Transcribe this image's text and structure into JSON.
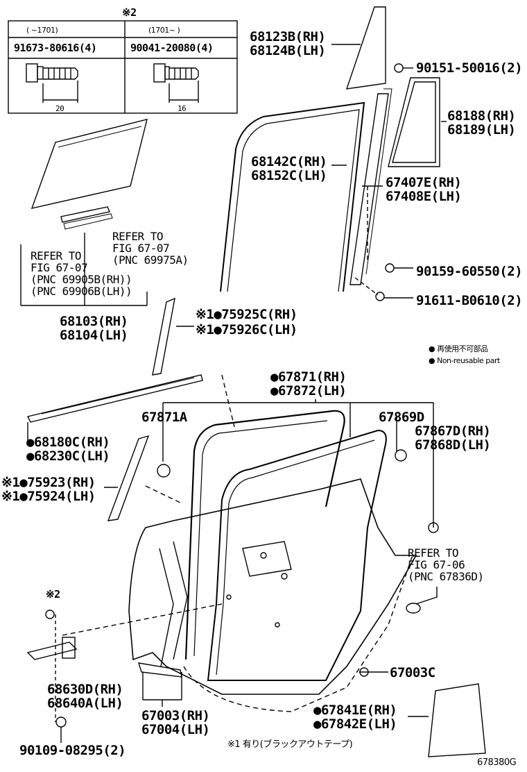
{
  "inset_box": {
    "marker": "※2",
    "col1_range": "(  ~1701)",
    "col2_range": "(1701~   )",
    "col1_part": "91673-80616(4)",
    "col2_part": "90041-20080(4)",
    "col1_dim": "20",
    "col2_dim": "16"
  },
  "labels": {
    "p68123": [
      "68123B(RH)",
      "68124B(LH)"
    ],
    "p90151": "90151-50016(2)",
    "p68188": [
      "68188(RH)",
      "68189(LH)"
    ],
    "p68142": [
      "68142C(RH)",
      "68152C(LH)"
    ],
    "p67407": [
      "67407E(RH)",
      "67408E(LH)"
    ],
    "p90159": "90159-60550(2)",
    "p91611": "91611-B0610(2)",
    "ref1": [
      "REFER TO",
      "FIG 67-07",
      "(PNC 69975A)"
    ],
    "ref2": [
      "REFER TO",
      "FIG 67-07",
      "(PNC 69905B(RH))",
      "(PNC 69906B(LH))"
    ],
    "p68103": [
      "68103(RH)",
      "68104(LH)"
    ],
    "p75925": [
      "※1●75925C(RH)",
      "※1●75926C(LH)"
    ],
    "legend_jp": "● 再使用不可部品",
    "legend_en": "● Non-reusable part",
    "p67871": [
      "●67871(RH)",
      "●67872(LH)"
    ],
    "p67871A": "67871A",
    "p67869D": "67869D",
    "p67867": [
      "67867D(RH)",
      "67868D(LH)"
    ],
    "p68180": [
      "●68180C(RH)",
      "●68230C(LH)"
    ],
    "p75923": [
      "※1●75923(RH)",
      "※1●75924(LH)"
    ],
    "ref3": [
      "REFER TO",
      "FIG 67-06",
      "(PNC 67836D)"
    ],
    "mark2": "※2",
    "p68630": [
      "68630D(RH)",
      "68640A(LH)"
    ],
    "p67003C": "67003C",
    "p67003": [
      "67003(RH)",
      "67004(LH)"
    ],
    "p67841": [
      "●67841E(RH)",
      "●67842E(LH)"
    ],
    "p90109": "90109-08295(2)",
    "footnote": "※1 有り(ブラックアウトテープ)",
    "figure_id": "678380G"
  }
}
